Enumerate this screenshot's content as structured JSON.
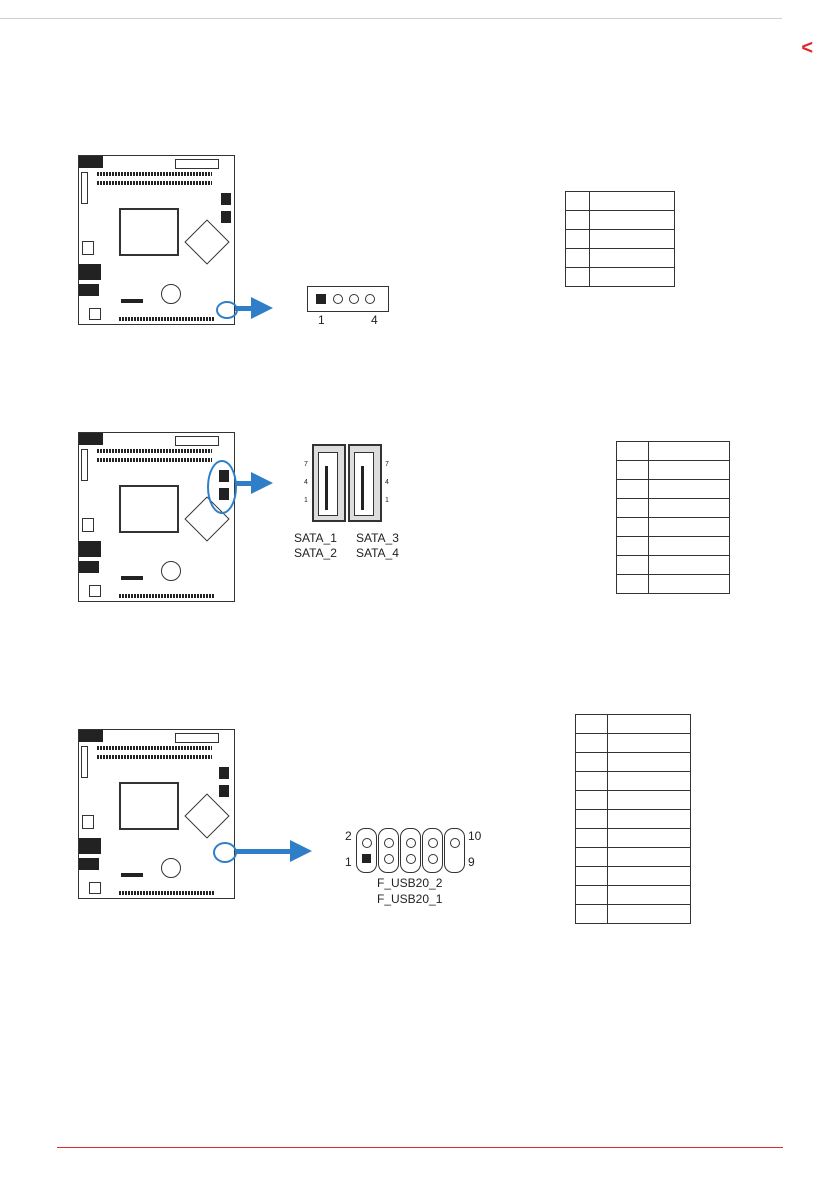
{
  "header": {
    "back_icon": "<"
  },
  "section1": {
    "connector": {
      "pin_start": "1",
      "pin_end": "4"
    },
    "table_rows": 5
  },
  "section2": {
    "pins": {
      "top": "7",
      "mid": "4",
      "bottom": "1"
    },
    "labels": {
      "left_top": "SATA_1",
      "left_bottom": "SATA_2",
      "right_top": "SATA_3",
      "right_bottom": "SATA_4"
    },
    "table_rows": 8
  },
  "section3": {
    "pins": {
      "top_left": "2",
      "bottom_left": "1",
      "top_right": "10",
      "bottom_right": "9"
    },
    "labels": {
      "top": "F_USB20_2",
      "bottom": "F_USB20_1"
    },
    "table_rows": 11
  }
}
